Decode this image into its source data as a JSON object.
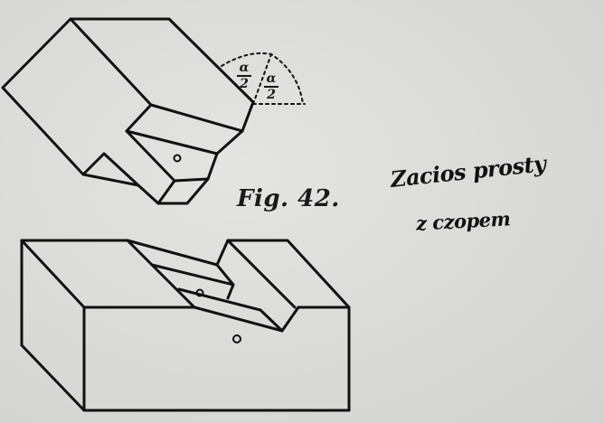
{
  "figure": {
    "caption": "Fig. 42.",
    "angle_labels": [
      {
        "numerator": "α",
        "denominator": "2"
      },
      {
        "numerator": "α",
        "denominator": "2"
      }
    ]
  },
  "annotation": {
    "line1": "Zacios prosty",
    "line2": "z czopem"
  },
  "colors": {
    "paper": "#dcdcda",
    "ink": "#111111"
  }
}
